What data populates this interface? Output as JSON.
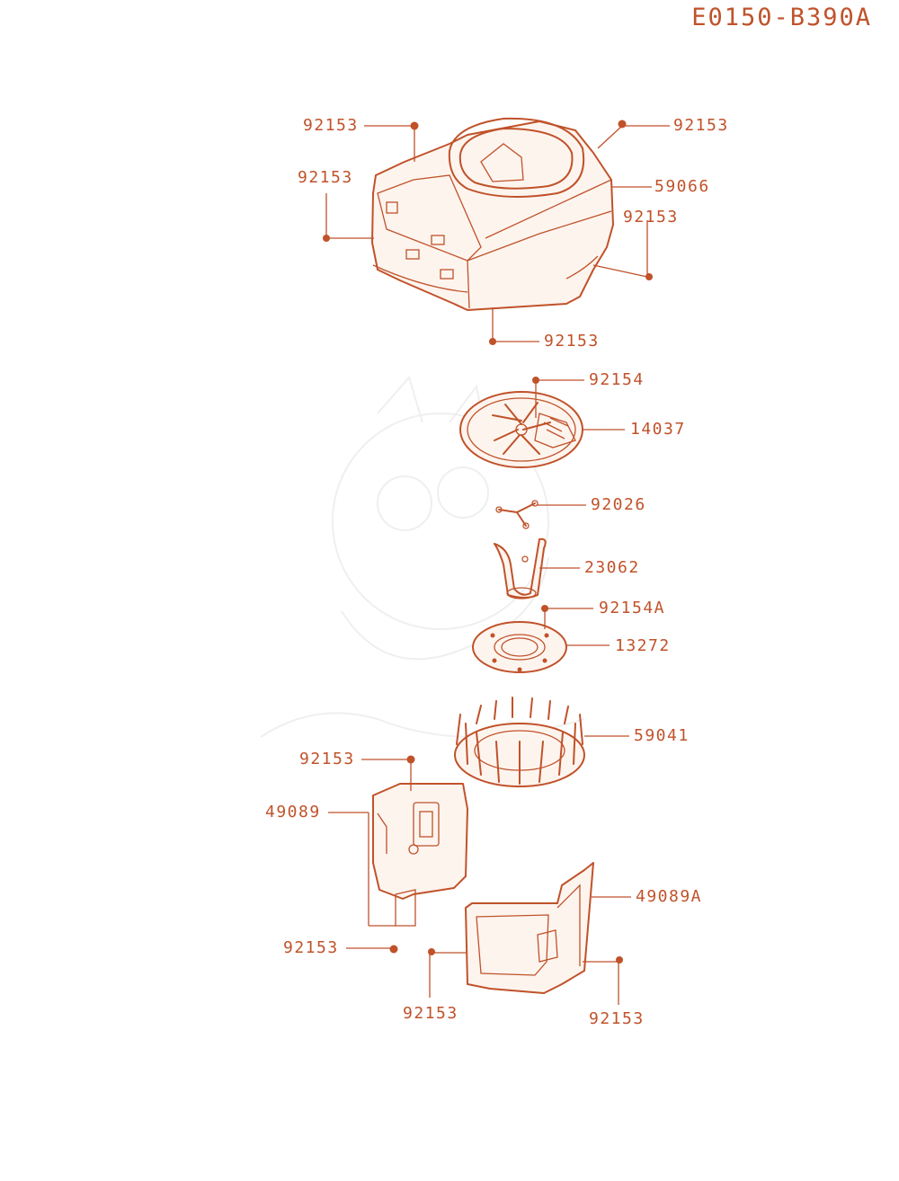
{
  "diagram_code": "E0150-B390A",
  "colors": {
    "ink": "#c0522a",
    "fill": "#fdf4ee",
    "background": "#ffffff",
    "watermark": "#efefef"
  },
  "labels": {
    "c1": "92153",
    "c2": "92153",
    "c3": "59066",
    "c4": "92153",
    "c5": "92153",
    "c6": "92153",
    "c7": "92154",
    "c8": "14037",
    "c9": "92026",
    "c10": "23062",
    "c11": "92154A",
    "c12": "13272",
    "c13": "59041",
    "c14": "92153",
    "c15": "49089",
    "c16": "49089A",
    "c17": "92153",
    "c18": "92153",
    "c19": "92153"
  }
}
